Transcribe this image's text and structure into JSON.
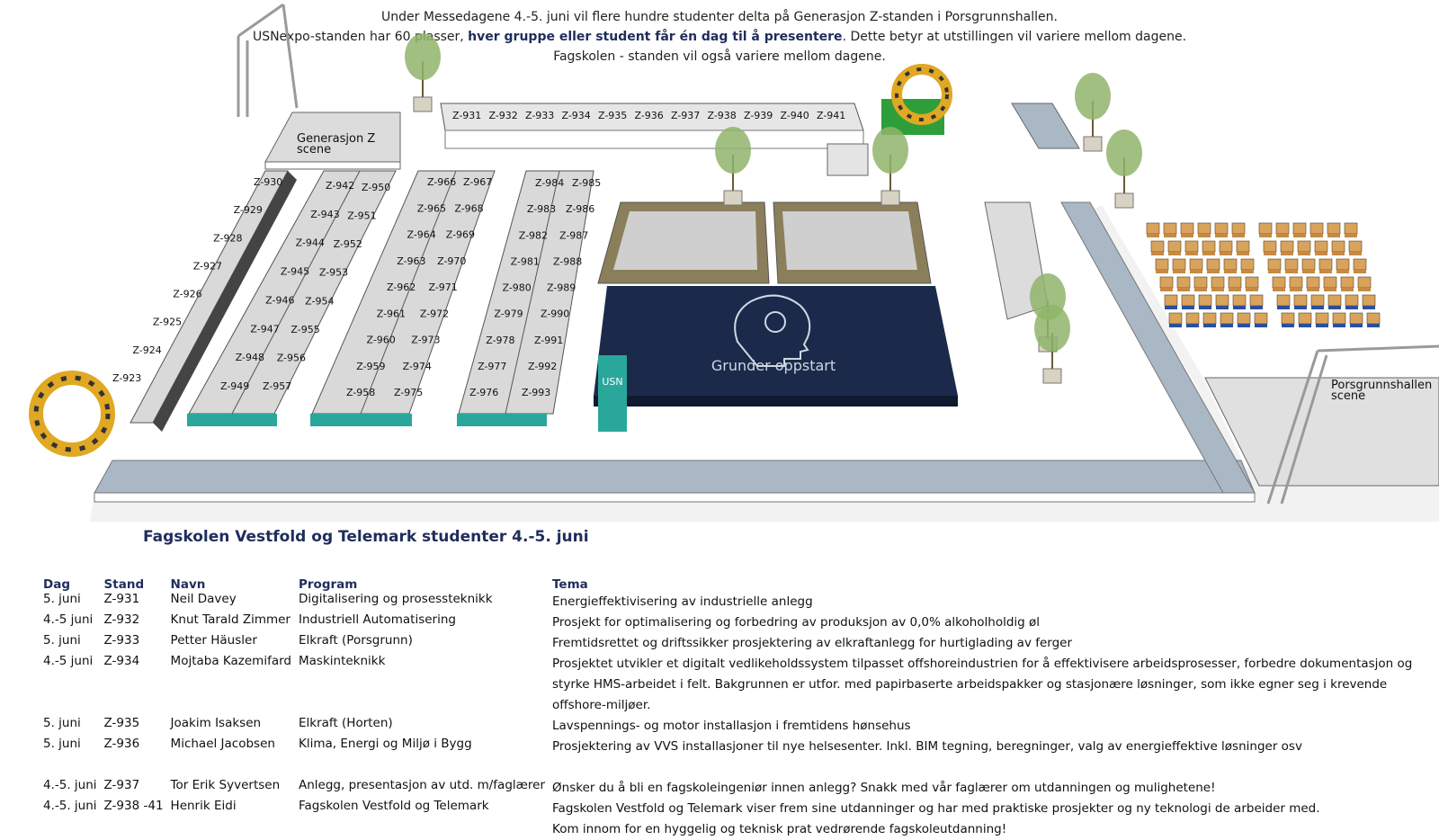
{
  "intro": {
    "line1": "Under Messedagene 4.-5. juni vil flere hundre studenter delta på Generasjon Z-standen i Porsgrunnshallen.",
    "line2_a": "USNexpo-standen har 60 plasser, ",
    "line2_bold": "hver gruppe eller student får én dag til å presentere",
    "line2_b": ". Dette betyr at utstillingen vil variere mellom dagene.",
    "line3": "Fagskolen - standen vil også variere mellom dagene."
  },
  "floorplan": {
    "scene_genz_1": "Generasjon Z",
    "scene_genz_2": "scene",
    "scene_pors_1": "Porsgrunnshallen",
    "scene_pors_2": "scene",
    "grunder": "Grunder oppstart",
    "usn_banner": "USN",
    "top_row": [
      "Z-931",
      "Z-932",
      "Z-933",
      "Z-934",
      "Z-935",
      "Z-936",
      "Z-937",
      "Z-938",
      "Z-939",
      "Z-940",
      "Z-941"
    ],
    "col1": [
      "Z-930",
      "Z-929",
      "Z-928",
      "Z-927",
      "Z-926",
      "Z-925",
      "Z-924",
      "Z-923"
    ],
    "col2a": [
      "Z-942",
      "Z-943",
      "Z-944",
      "Z-945",
      "Z-946",
      "Z-947",
      "Z-948",
      "Z-949"
    ],
    "col2b": [
      "Z-950",
      "Z-951",
      "Z-952",
      "Z-953",
      "Z-954",
      "Z-955",
      "Z-956",
      "Z-957"
    ],
    "col3a": [
      "Z-966",
      "Z-965",
      "Z-964",
      "Z-963",
      "Z-962",
      "Z-961",
      "Z-960",
      "Z-959",
      "Z-958"
    ],
    "col3b": [
      "Z-967",
      "Z-968",
      "Z-969",
      "Z-970",
      "Z-971",
      "Z-972",
      "Z-973",
      "Z-974",
      "Z-975"
    ],
    "col4a": [
      "Z-984",
      "Z-983",
      "Z-982",
      "Z-981",
      "Z-980",
      "Z-979",
      "Z-978",
      "Z-977",
      "Z-976"
    ],
    "col4b": [
      "Z-985",
      "Z-986",
      "Z-987",
      "Z-988",
      "Z-989",
      "Z-990",
      "Z-991",
      "Z-992",
      "Z-993"
    ],
    "colors": {
      "navy": "#1b2a4a",
      "booth": "#d9d9d9",
      "teal": "#2aa79b",
      "walkway": "#a9b8c4",
      "grass": "#2e9e3a"
    }
  },
  "table": {
    "title": "Fagskolen Vestfold og Telemark studenter 4.-5. juni",
    "headers": [
      "Dag",
      "Stand",
      "Navn",
      "Program",
      "Tema"
    ],
    "rows": [
      [
        "5. juni",
        "Z-931",
        "Neil Davey",
        "Digitalisering og prosessteknikk",
        "Energieffektivisering av industrielle anlegg"
      ],
      [
        "4.-5 juni",
        "Z-932",
        "Knut Tarald Zimmer",
        "Industriell Automatisering",
        "Prosjekt for optimalisering og forbedring av produksjon av 0,0% alkoholholdig øl"
      ],
      [
        "5. juni",
        "Z-933",
        "Petter Häusler",
        "Elkraft (Porsgrunn)",
        "Fremtidsrettet og driftssikker prosjektering av elkraftanlegg for hurtiglading av ferger"
      ],
      [
        "4.-5 juni",
        "Z-934",
        "Mojtaba Kazemifard",
        "Maskinteknikk",
        "Prosjektet utvikler et digitalt vedlikeholdssystem tilpasset offshoreindustrien for å effektivisere arbeidsprosesser, forbedre dokumentasjon og styrke HMS-arbeidet i felt.  Bakgrunnen er utfor. med papirbaserte arbeidspakker og stasjonære løsninger, som ikke egner seg i krevende offshore-miljøer."
      ],
      [
        "5. juni",
        "Z-935",
        "Joakim Isaksen",
        "Elkraft (Horten)",
        "Lavspennings- og motor installasjon i fremtidens hønsehus"
      ],
      [
        "5. juni",
        "Z-936",
        "Michael Jacobsen",
        "Klima, Energi og Miljø i Bygg",
        "Prosjektering av VVS installasjoner til nye helsesenter. Inkl. BIM tegning, beregninger, valg av energieffektive løsninger osv"
      ],
      [
        "",
        "",
        "",
        "",
        ""
      ],
      [
        "4.-5. juni",
        "Z-937",
        "Tor Erik Syvertsen",
        "Anlegg, presentasjon av utd. m/faglærer",
        "Ønsker du å bli en fagskoleingeniør innen anlegg? Snakk med vår faglærer om utdanningen og mulighetene!"
      ],
      [
        "4.-5. juni",
        "Z-938 -41",
        "Henrik Eidi",
        "Fagskolen Vestfold og Telemark",
        "Fagskolen Vestfold og Telemark viser frem sine utdanninger og har med praktiske prosjekter og ny teknologi de arbeider med."
      ],
      [
        "",
        "",
        "",
        "",
        "Kom innom for en hyggelig og teknisk prat vedrørende fagskoleutdanning!"
      ]
    ]
  }
}
